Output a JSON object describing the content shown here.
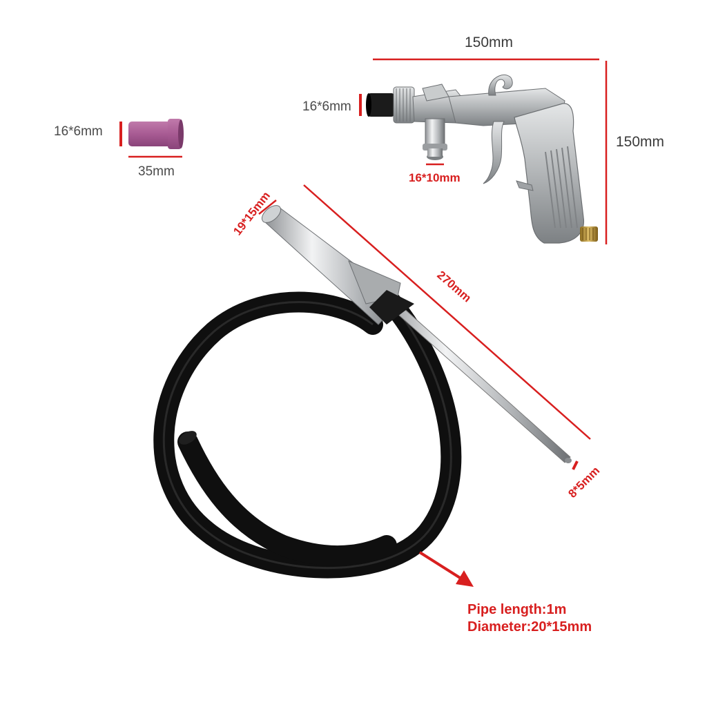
{
  "dimensions": {
    "gun_width": "150mm",
    "gun_height": "150mm",
    "gun_nozzle": "16*6mm",
    "gun_inlet": "16*10mm",
    "loose_nozzle_diameter": "16*6mm",
    "loose_nozzle_length": "35mm",
    "pickup_tube_top": "19*15mm",
    "pickup_tube_length": "270mm",
    "pickup_tube_tip": "8*5mm"
  },
  "notes": {
    "pipe_length": "Pipe length:1m",
    "diameter": "Diameter:20*15mm"
  },
  "colors": {
    "annotation": "#d81f1f",
    "ceramic_nozzle": "#a85b93",
    "hose": "#111111",
    "metal": "#b9bcbe"
  }
}
